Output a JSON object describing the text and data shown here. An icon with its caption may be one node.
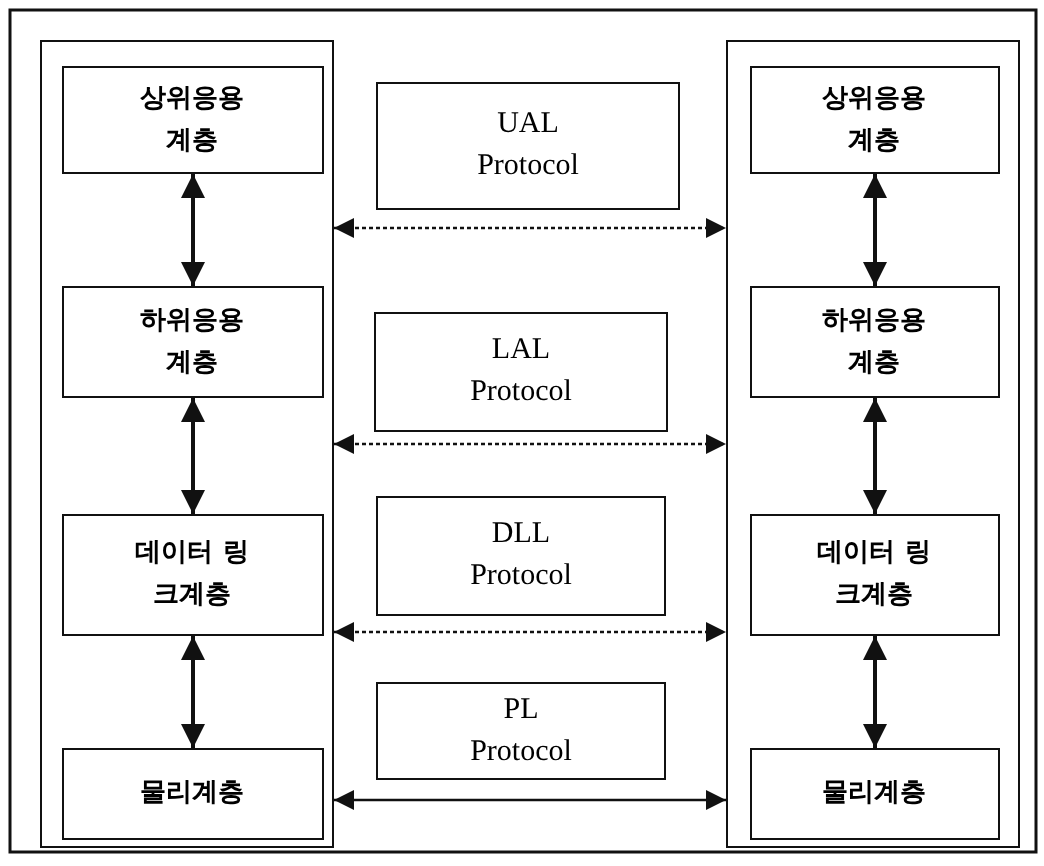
{
  "diagram": {
    "nodes": [
      {
        "text": [],
        "shape": "box"
      },
      {
        "text": [
          "상위응용 계층"
        ],
        "in": 0
      },
      {
        "text": [
          "하위응용 계층"
        ],
        "in": 0
      },
      {
        "text": [
          "데이터 링크계층"
        ],
        "in": 0
      },
      {
        "text": [
          "물리계층"
        ],
        "in": 0
      },
      {
        "text": [],
        "shape": "box"
      },
      {
        "text": [
          "상위응용 계층"
        ],
        "in": 5
      },
      {
        "text": [
          "하위응용 계층"
        ],
        "in": 5
      },
      {
        "text": [
          "데이터 링크계층"
        ],
        "in": 5
      },
      {
        "text": [
          "물리계층"
        ],
        "in": 5
      },
      {
        "text": [
          "UAL Protocol"
        ]
      },
      {
        "text": [
          "LAL Protocol"
        ]
      },
      {
        "text": [
          "DLL Protocol"
        ]
      },
      {
        "text": [
          "PL Protocol"
        ]
      }
    ],
    "edges": [
      {
        "from": 1,
        "to": 2,
        "arrow": "both"
      },
      {
        "from": 2,
        "to": 3,
        "arrow": "both"
      },
      {
        "from": 3,
        "to": 4,
        "arrow": "both"
      },
      {
        "from": 6,
        "to": 7,
        "arrow": "both"
      },
      {
        "from": 7,
        "to": 8,
        "arrow": "both"
      },
      {
        "from": 8,
        "to": 9,
        "arrow": "both"
      },
      {
        "from": 0,
        "to": 5,
        "arrow": "both",
        "style": "dashed"
      },
      {
        "from": 0,
        "to": 5,
        "arrow": "both",
        "style": "dashed"
      },
      {
        "from": 0,
        "to": 5,
        "arrow": "both",
        "style": "dashed"
      },
      {
        "from": 0,
        "to": 5,
        "arrow": "both"
      }
    ]
  }
}
